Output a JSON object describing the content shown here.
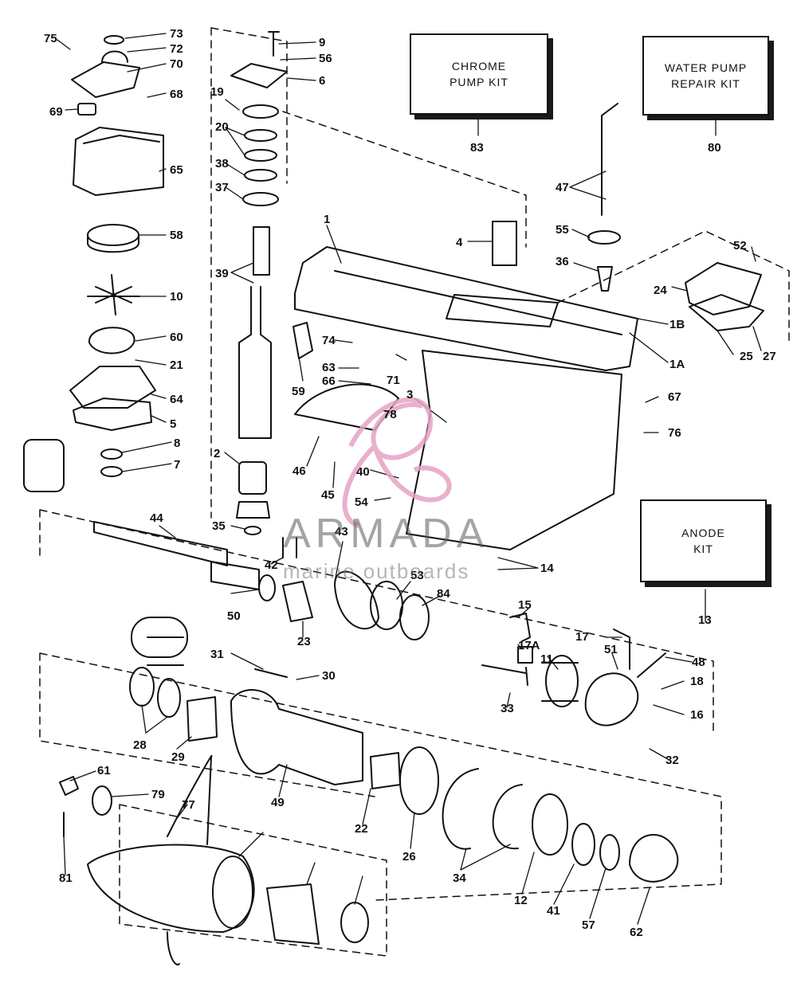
{
  "kits": {
    "chrome_pump": [
      "CHROME",
      "PUMP KIT"
    ],
    "water_pump": [
      "WATER PUMP",
      "REPAIR KIT"
    ],
    "anode": [
      "ANODE",
      "KIT"
    ]
  },
  "watermark": {
    "title": "ARMADA",
    "subtitle": "marine outboards",
    "logo_color": "#e6a3c4"
  },
  "callouts": [
    "75",
    "73",
    "72",
    "70",
    "69",
    "68",
    "65",
    "58",
    "10",
    "60",
    "21",
    "64",
    "5",
    "8",
    "7",
    "9",
    "56",
    "6",
    "19",
    "20",
    "38",
    "37",
    "39",
    "2",
    "35",
    "83",
    "80",
    "47",
    "55",
    "36",
    "52",
    "24",
    "1B",
    "1A",
    "25",
    "27",
    "4",
    "1",
    "74",
    "63",
    "66",
    "71",
    "59",
    "3",
    "78",
    "67",
    "76",
    "46",
    "45",
    "40",
    "54",
    "43",
    "44",
    "42",
    "50",
    "23",
    "53",
    "84",
    "14",
    "13",
    "15",
    "17A",
    "17",
    "11",
    "51",
    "48",
    "18",
    "16",
    "32",
    "33",
    "31",
    "30",
    "28",
    "29",
    "49",
    "22",
    "26",
    "34",
    "12",
    "41",
    "57",
    "62",
    "61",
    "79",
    "81",
    "77"
  ]
}
